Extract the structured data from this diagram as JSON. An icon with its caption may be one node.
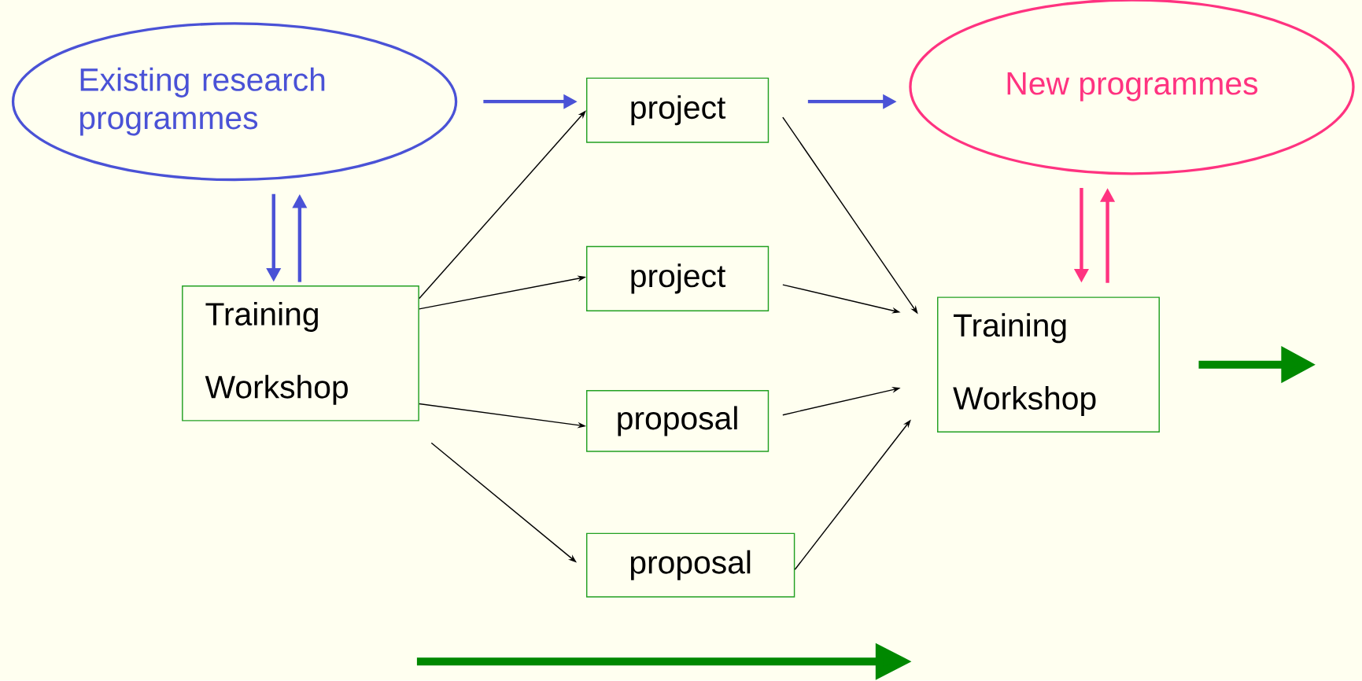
{
  "diagram": {
    "nodes": [
      {
        "text": [
          "Existing research programmes"
        ]
      },
      {
        "text": [
          "project"
        ]
      },
      {
        "text": [
          "New programmes"
        ]
      },
      {
        "text": [
          "Training Workshop"
        ]
      },
      {
        "text": [
          "project"
        ]
      },
      {
        "text": [
          "proposal"
        ]
      },
      {
        "text": [
          "proposal"
        ]
      },
      {
        "text": [
          "Training Workshop"
        ]
      }
    ],
    "edges": [
      {
        "from": 0,
        "to": 1,
        "arrow": "to",
        "style": "thick",
        "color": "#4a52d6"
      },
      {
        "from": 1,
        "to": 2,
        "arrow": "to",
        "style": "thick",
        "color": "#4a52d6"
      },
      {
        "from": 0,
        "to": 3,
        "arrow": "to",
        "style": "thick",
        "color": "#4a52d6"
      },
      {
        "from": 3,
        "to": 0,
        "arrow": "to",
        "style": "thick",
        "color": "#4a52d6"
      },
      {
        "from": 2,
        "to": 7,
        "arrow": "to",
        "style": "thick",
        "color": "#ff3380"
      },
      {
        "from": 7,
        "to": 2,
        "arrow": "to",
        "style": "thick",
        "color": "#ff3380"
      },
      {
        "from": 3,
        "to": 1,
        "arrow": "to"
      },
      {
        "from": 3,
        "to": 4,
        "arrow": "to"
      },
      {
        "from": 3,
        "to": 5,
        "arrow": "to"
      },
      {
        "from": 3,
        "to": 6,
        "arrow": "to"
      },
      {
        "from": 1,
        "to": 7,
        "arrow": "to"
      },
      {
        "from": 4,
        "to": 7,
        "arrow": "to"
      },
      {
        "from": 5,
        "to": 7,
        "arrow": "to"
      },
      {
        "from": 6,
        "to": 7,
        "arrow": "to"
      }
    ]
  }
}
